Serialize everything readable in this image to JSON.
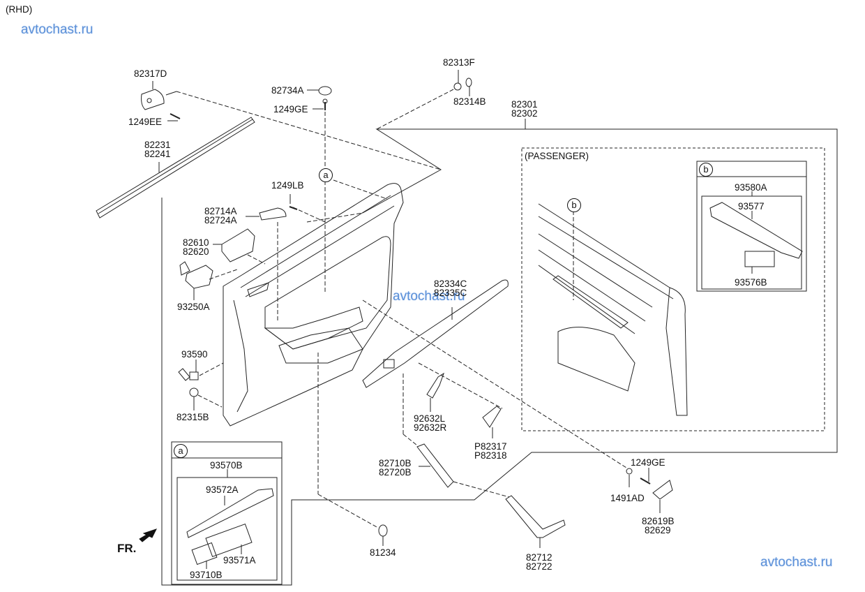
{
  "header": {
    "variant": "(RHD)"
  },
  "watermarks": [
    "avtochast.ru",
    "avtochast.ru",
    "avtochast.ru"
  ],
  "orientation": {
    "label": "FR.",
    "icon": "front-arrow-icon"
  },
  "callouts": {
    "a": "a",
    "b": "b"
  },
  "passenger_section": {
    "title": "(PASSENGER)"
  },
  "parts": {
    "p82317D": "82317D",
    "p1249EE": "1249EE",
    "p82231": "82231",
    "p82241": "82241",
    "p82734A": "82734A",
    "p1249GE_top": "1249GE",
    "p82313F": "82313F",
    "p82314B": "82314B",
    "p82301": "82301",
    "p82302": "82302",
    "p1249LB": "1249LB",
    "p82714A": "82714A",
    "p82724A": "82724A",
    "p82610": "82610",
    "p82620": "82620",
    "p93250A": "93250A",
    "p93590": "93590",
    "p82315B": "82315B",
    "p82334C": "82334C",
    "p82335C": "82335C",
    "p92632L": "92632L",
    "p92632R": "92632R",
    "pP82317": "P82317",
    "pP82318": "P82318",
    "p82710B": "82710B",
    "p82720B": "82720B",
    "p1249GE_bot": "1249GE",
    "p1491AD": "1491AD",
    "p82619B": "82619B",
    "p82629": "82629",
    "p82712": "82712",
    "p82722": "82722",
    "p81234": "81234"
  },
  "inset_a": {
    "assembly": "93570B",
    "bezel": "93572A",
    "main_switch": "93571A",
    "sub_switch": "93710B"
  },
  "inset_b": {
    "assembly": "93580A",
    "bezel": "93577",
    "switch": "93576B"
  }
}
